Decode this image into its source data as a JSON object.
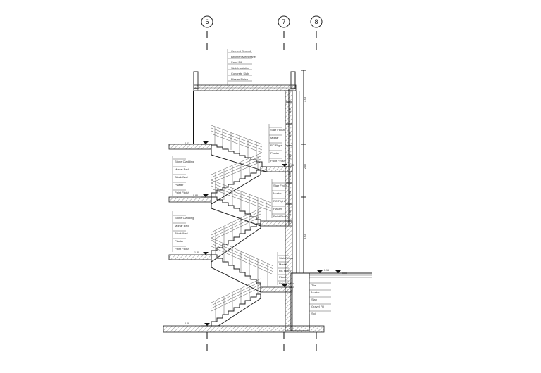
{
  "grid_labels": [
    "6",
    "7",
    "8"
  ],
  "levels": {
    "top": "3.63",
    "upper": "2.01",
    "mid": "0.86",
    "low": "1.80",
    "lobby": "0.60",
    "ground_right": "0.00",
    "ground_step": "0.15",
    "bottom": "0.09"
  },
  "dims": {
    "d_top": "1.53",
    "d1": "1.20",
    "d2": "1.26",
    "d3": "1.20",
    "d4": "1.26",
    "d5": "1.20",
    "right_top": "3.63",
    "right_mid": "2.86",
    "right_low": "3.63"
  },
  "roof_layers": [
    "Cement Screed",
    "Bitumen Membrane",
    "Sand Fill",
    "Slab Insulation",
    "Concrete Slab",
    "Plaster Finish"
  ],
  "wall_tag": [
    "Stone Cladding",
    "Mortar Bed",
    "Block Wall",
    "Plaster",
    "Paint Finish"
  ],
  "stair_tag": [
    "Stair Finish",
    "Mortar",
    "RC Flight",
    "Plaster",
    "Paint Finish"
  ],
  "ground_tag": [
    "Tile",
    "Mortar",
    "Slab",
    "Gravel Fill",
    "Soil"
  ]
}
